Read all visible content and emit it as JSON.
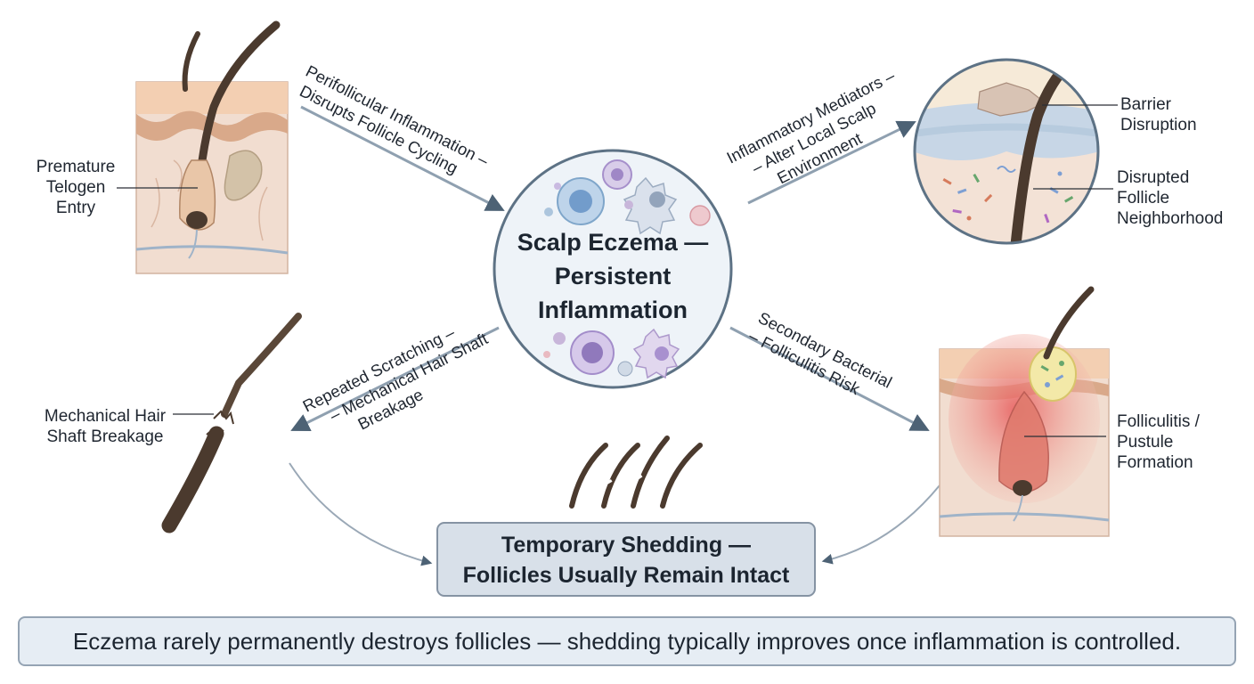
{
  "center": {
    "title_lines": [
      "Scalp Eczema —",
      "Persistent",
      "Inflammation"
    ]
  },
  "panels": {
    "telogen": {
      "label_lines": [
        "Premature",
        "Telogen",
        "Entry"
      ]
    },
    "barrier": {
      "label_a_lines": [
        "Barrier",
        "Disruption"
      ],
      "label_b_lines": [
        "Disrupted",
        "Follicle",
        "Neighborhood"
      ]
    },
    "breakage": {
      "label_lines": [
        "Mechanical Hair",
        "Shaft Breakage"
      ]
    },
    "folliculitis": {
      "label_lines": [
        "Folliculitis /",
        "Pustule",
        "Formation"
      ]
    }
  },
  "pathways": {
    "top_left": {
      "lines": [
        "Perifollicular Inflammation –",
        "Disrupts Follicle Cycling"
      ]
    },
    "top_right": {
      "lines": [
        "Inflammatory Mediators –",
        "– Alter Local Scalp",
        "Environment"
      ]
    },
    "bottom_left": {
      "lines": [
        "Repeated Scratching –",
        "– Mechanical Hair Shaft",
        "Breakage"
      ]
    },
    "bottom_right": {
      "lines": [
        "Secondary Bacterial",
        "– Folliculitis Risk"
      ]
    }
  },
  "outcome": {
    "lines": [
      "Temporary Shedding —",
      "Follicles Usually Remain Intact"
    ]
  },
  "footnote": {
    "text": "Eczema rarely permanently destroys follicles — shedding typically improves once inflammation is controlled."
  },
  "colors": {
    "arrow": "#4d6275",
    "skin": "#f1ddd0",
    "epidermis": "#e2b89a",
    "hair": "#4b3a2e",
    "inflamed": "#e85f5f",
    "center_fill": "#eef3f8",
    "center_stroke": "#5d7285"
  }
}
